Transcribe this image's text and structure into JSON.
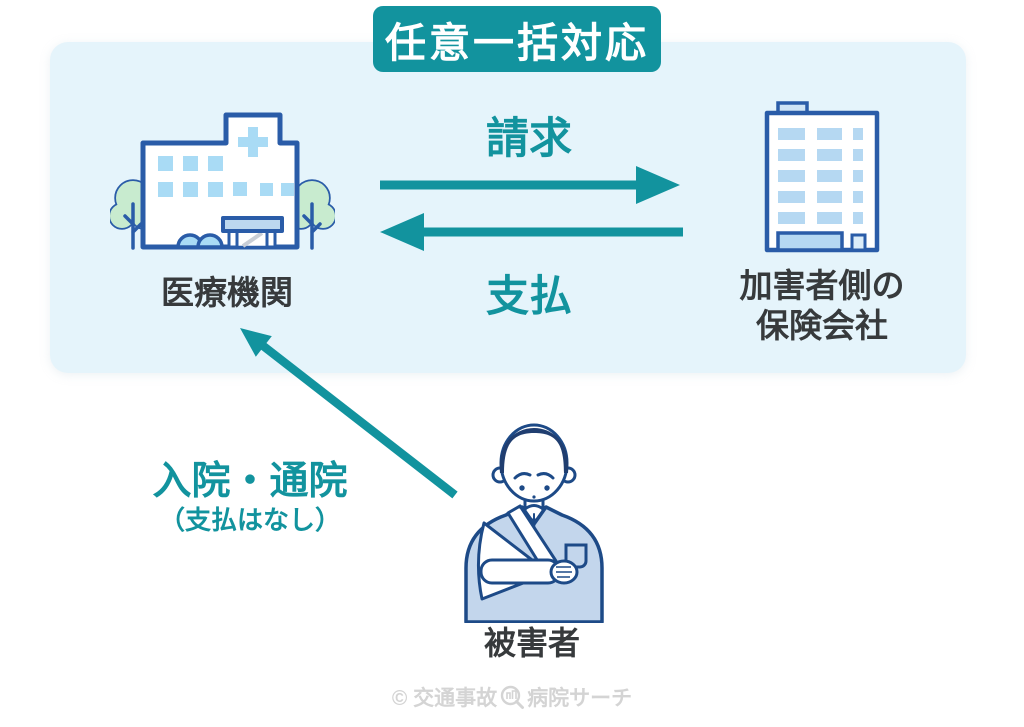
{
  "title_badge": {
    "label": "任意一括対応"
  },
  "flow": {
    "claim_label": "請求",
    "payment_label": "支払",
    "medical_label": "医療機関",
    "insurer_label_line1": "加害者側の",
    "insurer_label_line2": "保険会社"
  },
  "victim": {
    "label": "被害者"
  },
  "visit": {
    "label": "入院・通院",
    "sub_label": "（支払はなし）"
  },
  "watermark": {
    "prefix": "© 交通事故",
    "suffix": "病院サーチ"
  },
  "icons": [
    "hospital-icon",
    "office-building-icon",
    "injured-person-icon",
    "magnifier-hospital-icon",
    "arrow-right-icon",
    "arrow-left-icon",
    "arrow-up-left-icon"
  ],
  "colors": {
    "accent_teal": "#12939e",
    "panel_background": "#e5f4fb",
    "building_outline_navy": "#2a5ca8",
    "window_blue": "#a9dbf5",
    "tree_green": "#c8ebcf",
    "label_dark": "#373a3c",
    "watermark_gray": "#d4d4d4"
  }
}
